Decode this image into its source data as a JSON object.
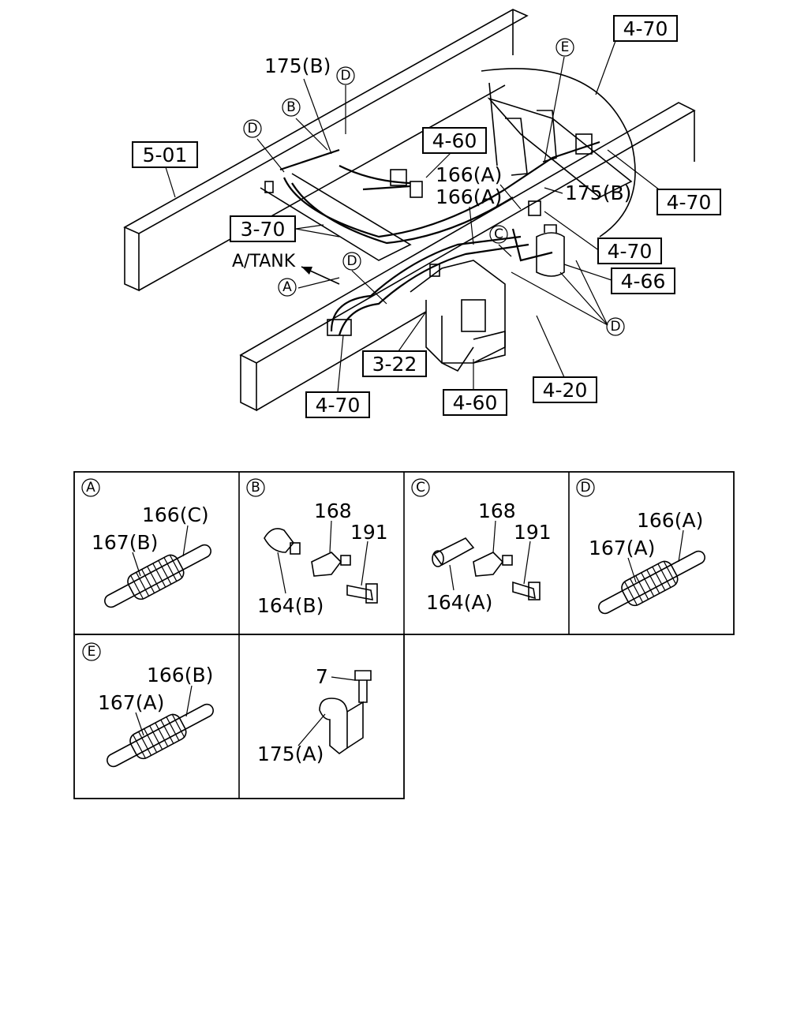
{
  "main_view": {
    "ref_boxes": [
      "4-70",
      "5-01",
      "4-60",
      "4-70",
      "3-70",
      "4-70",
      "4-66",
      "3-22",
      "4-60",
      "4-20",
      "4-70"
    ],
    "callouts": [
      "175(B)",
      "166(A)",
      "166(A)",
      "175(B)"
    ],
    "tank_label": "A/TANK",
    "circle_letters": [
      "D",
      "B",
      "D",
      "E",
      "C",
      "D",
      "D",
      "A"
    ]
  },
  "details": [
    {
      "letter": "A",
      "labels": [
        "166(C)",
        "167(B)"
      ]
    },
    {
      "letter": "B",
      "labels": [
        "168",
        "191",
        "164(B)"
      ]
    },
    {
      "letter": "C",
      "labels": [
        "168",
        "191",
        "164(A)"
      ]
    },
    {
      "letter": "D",
      "labels": [
        "166(A)",
        "167(A)"
      ]
    },
    {
      "letter": "E",
      "labels": [
        "166(B)",
        "167(A)"
      ]
    },
    {
      "letter": "",
      "labels": [
        "7",
        "175(A)"
      ]
    }
  ]
}
